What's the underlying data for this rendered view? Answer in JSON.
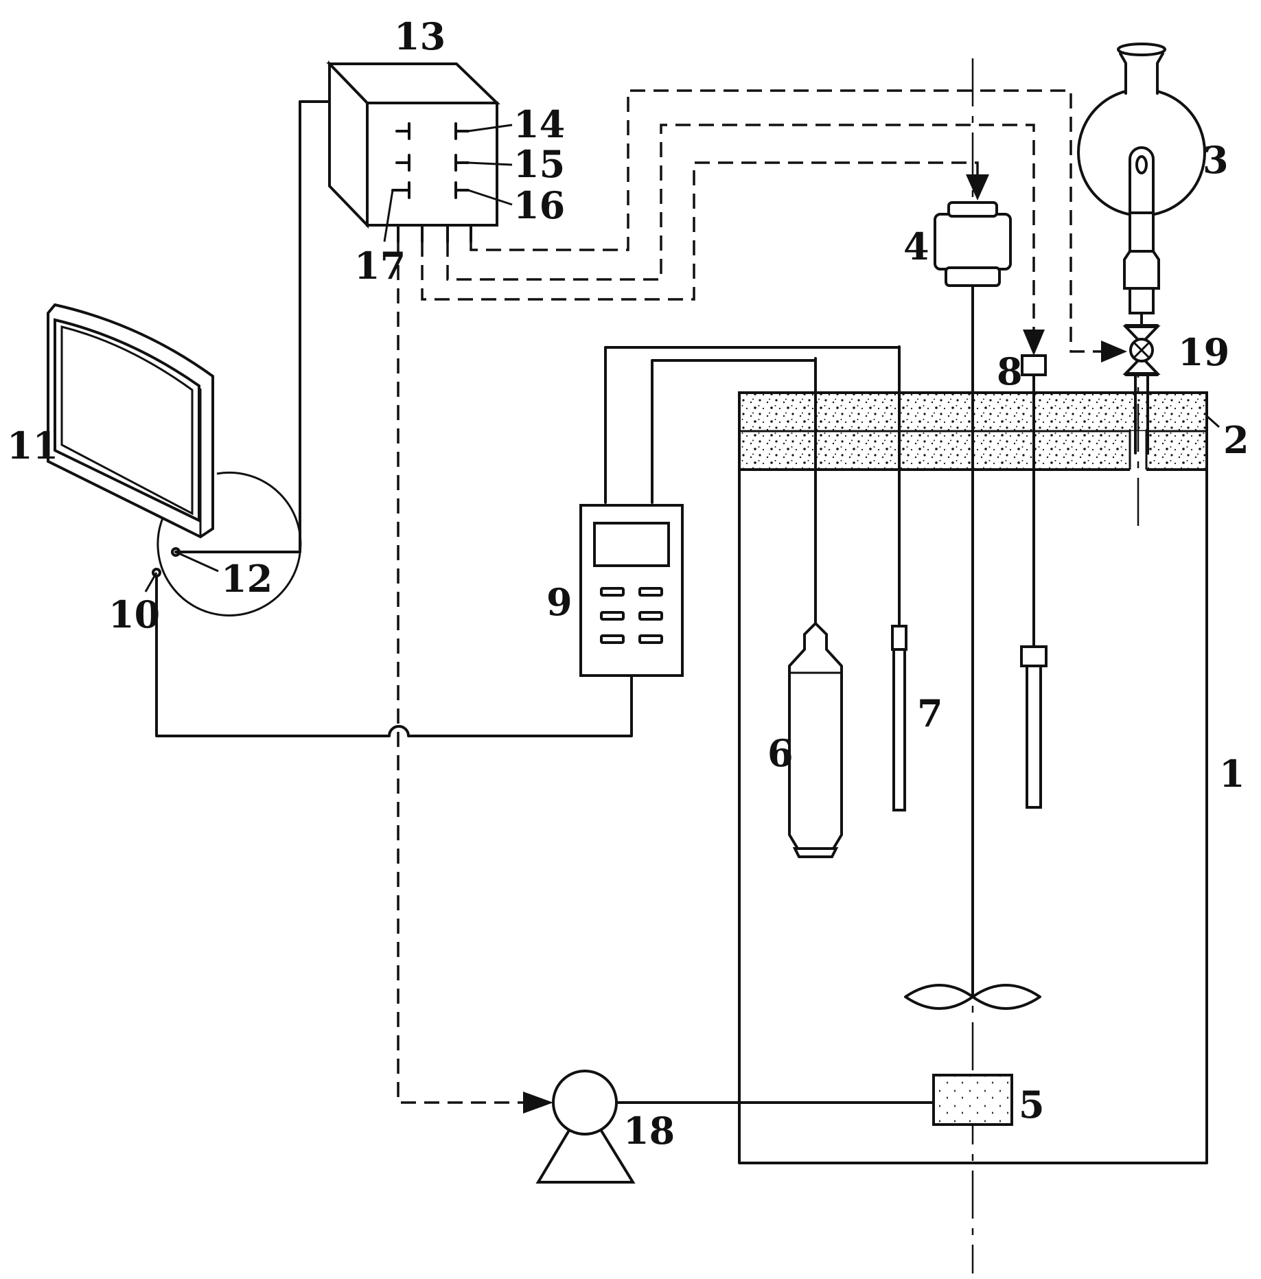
{
  "labels": {
    "tank": "1",
    "lid": "2",
    "flask": "3",
    "motor": "4",
    "aerator": "5",
    "probe_a": "6",
    "probe_b": "7",
    "dosing_unit": "8",
    "meter": "9",
    "port_10": "10",
    "display": "11",
    "port_12": "12",
    "controller": "13",
    "terminal_14": "14",
    "terminal_15": "15",
    "terminal_16": "16",
    "terminal_17": "17",
    "pump": "18",
    "valve": "19"
  },
  "colors": {
    "line": "#111111",
    "background": "#ffffff"
  },
  "icons": [
    "display-monitor",
    "controller-box",
    "meter-device",
    "stirrer-motor",
    "stirrer-impeller",
    "air-pump",
    "dropping-flask",
    "valve",
    "aeration-stone",
    "probe"
  ]
}
